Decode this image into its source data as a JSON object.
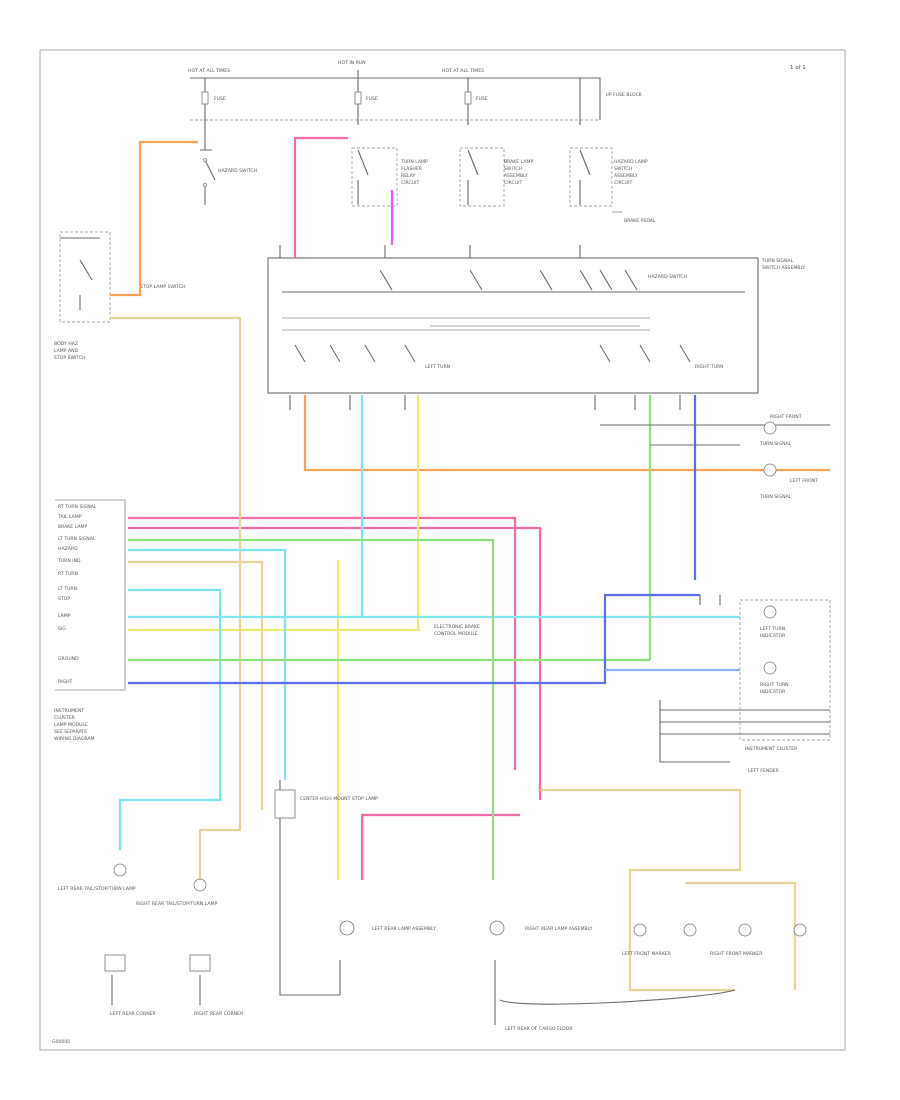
{
  "page_ref": "1 of 1",
  "footer": "G00000",
  "colors": {
    "orange": "#f5a35a",
    "pink": "#f26aa8",
    "magenta": "#e65ce6",
    "yellow": "#eeea72",
    "tan": "#e8d49a",
    "cyan": "#7ee6ee",
    "green": "#8ee07e",
    "blue": "#5b6ee8",
    "lightblue": "#8ab0ee",
    "wire_black": "#6a6a6a"
  },
  "top": {
    "hot_all": "HOT AT ALL TIMES",
    "hot_run": "HOT IN RUN",
    "hot_acc": "HOT AT ALL TIMES",
    "fuse1": "FUSE",
    "fuse2": "FUSE",
    "fuse3": "FUSE",
    "fuse_block": "I/P FUSE BLOCK"
  },
  "switches": {
    "hazard": "HAZARD SWITCH",
    "turn_lamp_1": "TURN LAMP",
    "turn_lamp_2": "FLASHER",
    "turn_lamp_3": "RELAY",
    "turn_lamp_4": "CIRCUIT",
    "stop_1": "BRAKE LAMP",
    "stop_2": "SWITCH",
    "stop_3": "ASSEMBLY",
    "stop_4": "CIRCUIT",
    "hazard_flasher_1": "HAZARD LAMP",
    "hazard_flasher_2": "SWITCH",
    "hazard_flasher_3": "ASSEMBLY",
    "hazard_flasher_4": "CIRCUIT",
    "brake_note": "BRAKE PEDAL"
  },
  "left_panel": {
    "header_1": "BODY HAZ",
    "header_2": "LAMP AND",
    "header_3": "STOP SWITCH",
    "box_label": "STOP LAMP SWITCH",
    "module_title": "TURN SIGNAL FLASHER"
  },
  "turn_switch": {
    "title_1": "TURN SIGNAL",
    "title_2": "SWITCH ASSEMBLY",
    "hazard_inside": "HAZARD SWITCH",
    "left_turn": "LEFT TURN",
    "right_turn": "RIGHT TURN"
  },
  "module": {
    "title_1": "ELECTRONIC BRAKE",
    "title_2": "CONTROL MODULE",
    "rows": [
      "RT TURN SIGNAL",
      "TAIL LAMP",
      "BRAKE LAMP",
      "LT TURN SIGNAL",
      "HAZARD",
      "TURN IND",
      "RT TURN",
      "LT TURN",
      "STOP",
      "LAMP",
      "SIG",
      "GROUND",
      "RIGHT"
    ],
    "footer_1": "INSTRUMENT",
    "footer_2": "CLUSTER",
    "footer_3": "LAMP MODULE",
    "footer_4": "SEE SEPARATE",
    "footer_5": "WIRING DIAGRAM"
  },
  "right": {
    "front_1": "RIGHT FRONT",
    "front_2": "TURN SIGNAL",
    "front_3": "LEFT FRONT",
    "front_4": "TURN SIGNAL",
    "lamp_1": "LEFT TURN",
    "lamp_2": "INDICATOR",
    "lamp_3": "RIGHT TURN",
    "lamp_4": "INDICATOR",
    "cluster": "INSTRUMENT CLUSTER",
    "ground": "LEFT FENDER"
  },
  "bottom": {
    "lamp_left_rear": "LEFT REAR TAIL/STOP/TURN LAMP",
    "lamp_right_rear": "RIGHT REAR TAIL/STOP/TURN LAMP",
    "hi_mount": "CENTER HIGH MOUNT STOP LAMP",
    "left_lamp": "LEFT REAR LAMP ASSEMBLY",
    "right_lamp": "RIGHT REAR LAMP ASSEMBLY",
    "left_marker": "LEFT FRONT MARKER",
    "right_marker": "RIGHT FRONT MARKER",
    "ground_left": "LEFT REAR CORNER",
    "ground_center": "LEFT REAR OF CARGO FLOOR",
    "ground_right": "RIGHT REAR CORNER"
  }
}
